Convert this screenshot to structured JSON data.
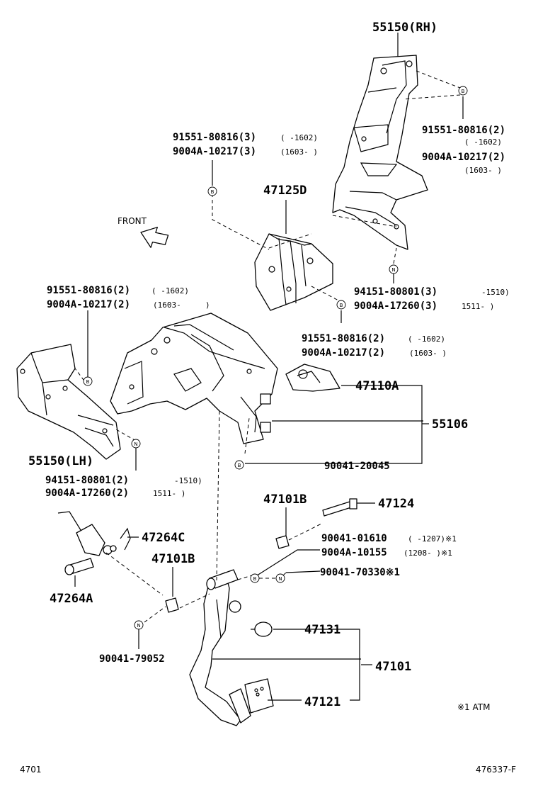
{
  "labels": {
    "l55150rh": "55150(RH)",
    "l91551_a": "91551-80816(2)",
    "l91551_a_r": "(    -1602)",
    "l9004a_a": "9004A-10217(2)",
    "l9004a_a_r": "(1603-    )",
    "l91551_b": "91551-80816(3)",
    "l91551_b_r": "(    -1602)",
    "l9004a_b": "9004A-10217(3)",
    "l9004a_b_r": "(1603-    )",
    "l47125d": "47125D",
    "front": "FRONT",
    "l91551_c": "91551-80816(2)",
    "l91551_c_r": "(    -1602)",
    "l9004a_c": "9004A-10217(2)",
    "l9004a_c_r": "(1603-",
    "l9004a_c_close": ")",
    "l94151_a": "94151-80801(3)",
    "l94151_a_r": "-1510)",
    "l9004a17_a": "9004A-17260(3)",
    "l9004a17_a_r": "1511-    )",
    "l91551_d": "91551-80816(2)",
    "l91551_d_r": "(    -1602)",
    "l9004a_d": "9004A-10217(2)",
    "l9004a_d_r": "(1603-    )",
    "l47110a": "47110A",
    "l55106": "55106",
    "l55150lh": "55150(LH)",
    "l94151_b": "94151-80801(2)",
    "l94151_b_r": "-1510)",
    "l9004a17_b": "9004A-17260(2)",
    "l9004a17_b_r": "1511-    )",
    "l90041_20045": "90041-20045",
    "l47101b_top": "47101B",
    "l47124": "47124",
    "l47264c": "47264C",
    "l90041_01610": "90041-01610",
    "l90041_01610_r": "(    -1207)※1",
    "l9004a_10155": "9004A-10155",
    "l9004a_10155_r": "(1208-    )※1",
    "l47101b_mid": "47101B",
    "l90041_70330": "90041-70330※1",
    "l47264a": "47264A",
    "l47131": "47131",
    "l90041_79052": "90041-79052",
    "l47101": "47101",
    "l47121": "47121",
    "note_atm": "※1 ATM",
    "footer_left": "4701",
    "footer_right": "476337-F"
  },
  "markers": {
    "b": "B",
    "n": "N"
  }
}
